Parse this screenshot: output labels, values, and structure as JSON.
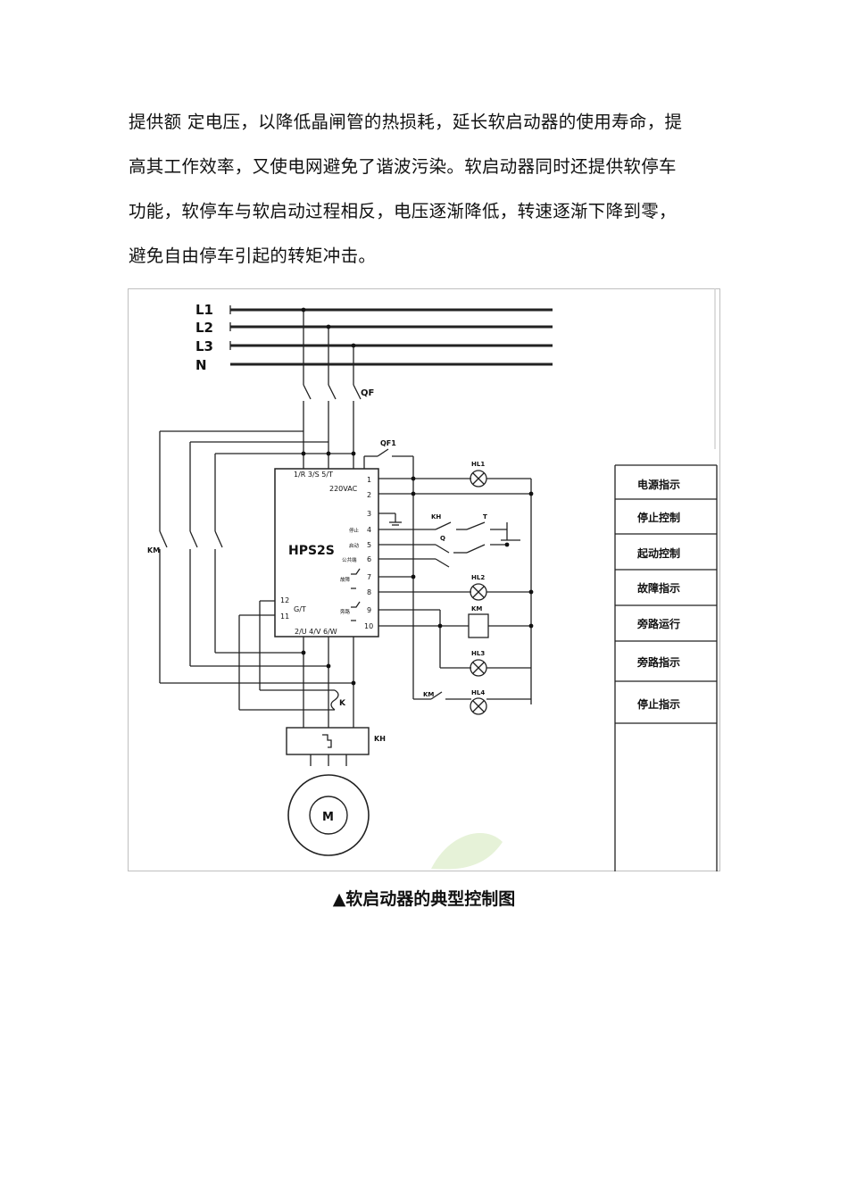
{
  "paragraph": {
    "lines": [
      "提供额  定电压，以降低晶闸管的热损耗，延长软启动器的使用寿命，提",
      "高其工作效率，又使电网避免了谐波污染。软启动器同时还提供软停车",
      "功能，软停车与软启动过程相反，电压逐渐降低，转速逐渐下降到零，",
      "避免自由停车引起的转矩冲击。"
    ]
  },
  "diagram": {
    "lines": [
      "L1",
      "L2",
      "L3",
      "N"
    ],
    "breaker": "QF",
    "breaker1": "QF1",
    "device": "HPS2S",
    "top_terminals": "1/R  3/S  5/T",
    "supply": "220VAC",
    "bottom_terminals": "2/U  4/V  6/W",
    "terminal_numbers": [
      "1",
      "2",
      "3",
      "4",
      "5",
      "6",
      "7",
      "8",
      "9",
      "10"
    ],
    "left_terminals": [
      "12",
      "G/T",
      "11"
    ],
    "inner_labels": [
      "停止",
      "启动",
      "公共端",
      "故障",
      "旁路"
    ],
    "contactor": "KM",
    "thermal": "KH",
    "contact_k": "K",
    "motor": "M",
    "control_labels": [
      "KH",
      "T",
      "Q",
      "KM"
    ],
    "lamps": [
      "HL1",
      "HL2",
      "HL3",
      "HL4"
    ],
    "relay": "KM",
    "legend": [
      "电源指示",
      "停止控制",
      "起动控制",
      "故障指示",
      "旁路运行",
      "旁路指示",
      "停止指示"
    ]
  },
  "caption": "▲软启动器的典型控制图"
}
